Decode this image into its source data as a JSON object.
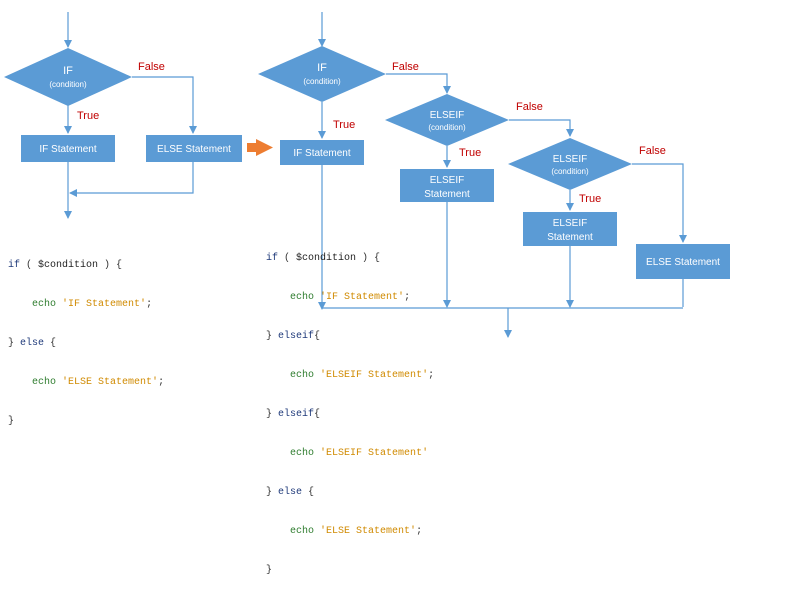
{
  "colors": {
    "shape_fill": "#5b9bd5",
    "line": "#5b9bd5",
    "label_red": "#c00000",
    "orange_arrow": "#ed7d31",
    "code_keyword": "#1f3a7a",
    "code_function": "#2f7d2f",
    "code_string": "#d08a00"
  },
  "left_flow": {
    "decision": {
      "title": "IF",
      "sub": "(condition)"
    },
    "false_label": "False",
    "true_label": "True",
    "if_box": "IF Statement",
    "else_box": "ELSE Statement"
  },
  "right_flow": {
    "decision_if": {
      "title": "IF",
      "sub": "(condition)"
    },
    "decision_elseif1": {
      "title": "ELSEIF",
      "sub": "(condition)"
    },
    "decision_elseif2": {
      "title": "ELSEIF",
      "sub": "(condition)"
    },
    "false_1": "False",
    "false_2": "False",
    "false_3": "False",
    "true_1": "True",
    "true_2": "True",
    "true_3": "True",
    "if_box": "IF Statement",
    "elseif_box_1": "ELSEIF Statement",
    "elseif_box_2": "ELSEIF Statement",
    "else_box": "ELSE Statement"
  },
  "code_left": {
    "l1_kw": "if",
    "l1_a": " ( ",
    "l1_var": "$condition",
    "l1_b": " ) {",
    "l2_fn": "echo",
    "l2_str": "'IF Statement'",
    "l2_end": ";",
    "l3_a": "} ",
    "l3_kw": "else",
    "l3_b": " {",
    "l4_fn": "echo",
    "l4_str": "'ELSE Statement'",
    "l4_end": ";",
    "l5": "}"
  },
  "code_right": {
    "l1_kw": "if",
    "l1_a": " ( ",
    "l1_var": "$condition",
    "l1_b": " ) {",
    "l2_fn": "echo",
    "l2_str": "'IF Statement'",
    "l2_end": ";",
    "l3_a": "} ",
    "l3_kw": "elseif",
    "l3_b": "{",
    "l4_fn": "echo",
    "l4_str": "'ELSEIF Statement'",
    "l4_end": ";",
    "l5_a": "} ",
    "l5_kw": "elseif",
    "l5_b": "{",
    "l6_fn": "echo",
    "l6_str": "'ELSEIF Statement'",
    "l7_a": "} ",
    "l7_kw": "else",
    "l7_b": " {",
    "l8_fn": "echo",
    "l8_str": "'ELSE Statement'",
    "l8_end": ";",
    "l9": "}"
  }
}
